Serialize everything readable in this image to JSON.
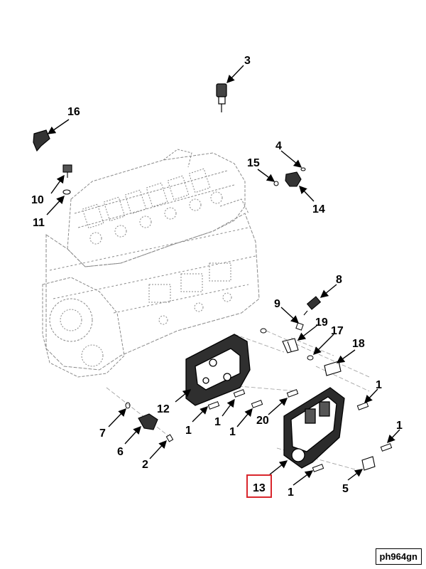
{
  "callouts": {
    "c1a": "1",
    "c1b": "1",
    "c1c": "1",
    "c1d": "1",
    "c1e": "1",
    "c1f": "1",
    "c2": "2",
    "c3": "3",
    "c4": "4",
    "c5": "5",
    "c6": "6",
    "c7": "7",
    "c8": "8",
    "c9": "9",
    "c10": "10",
    "c11": "11",
    "c12": "12",
    "c13": "13",
    "c14": "14",
    "c15": "15",
    "c16": "16",
    "c17": "17",
    "c18": "18",
    "c19": "19",
    "c20": "20"
  },
  "reference_code": "ph964gn",
  "highlight": {
    "callout": "13",
    "color": "#d9262c"
  }
}
